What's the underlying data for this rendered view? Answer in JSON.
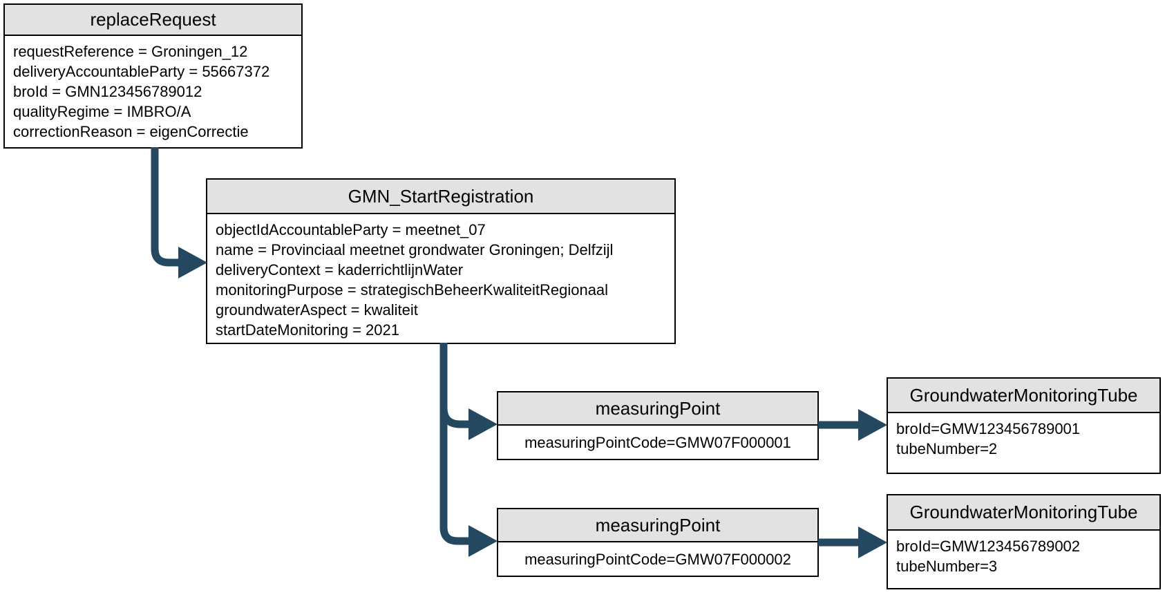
{
  "diagram": {
    "type": "object-diagram",
    "colors": {
      "connector": "#23485F",
      "node_header_fill": "#E2E2E2",
      "node_body_fill": "#FFFFFF",
      "node_border": "#000000",
      "text": "#000000",
      "background": "#FFFFFF"
    },
    "nodes": [
      {
        "id": "replaceRequest",
        "title": "replaceRequest",
        "lines": [
          "requestReference = Groningen_12",
          "deliveryAccountableParty = 55667372",
          "broId = GMN123456789012",
          "qualityRegime = IMBRO/A",
          "correctionReason = eigenCorrectie"
        ]
      },
      {
        "id": "GMN_StartRegistration",
        "title": "GMN_StartRegistration",
        "lines": [
          "objectIdAccountableParty = meetnet_07",
          "name = Provinciaal meetnet grondwater Groningen; Delfzijl",
          "deliveryContext = kaderrichtlijnWater",
          "monitoringPurpose = strategischBeheerKwaliteitRegionaal",
          "groundwaterAspect = kwaliteit",
          "startDateMonitoring = 2021"
        ]
      },
      {
        "id": "measuringPoint-1",
        "title": "measuringPoint",
        "lines": [
          "measuringPointCode=GMW07F000001"
        ]
      },
      {
        "id": "GroundwaterMonitoringTube-1",
        "title": "GroundwaterMonitoringTube",
        "lines": [
          "broId=GMW123456789001",
          "tubeNumber=2"
        ]
      },
      {
        "id": "measuringPoint-2",
        "title": "measuringPoint",
        "lines": [
          "measuringPointCode=GMW07F000002"
        ]
      },
      {
        "id": "GroundwaterMonitoringTube-2",
        "title": "GroundwaterMonitoringTube",
        "lines": [
          "broId=GMW123456789002",
          "tubeNumber=3"
        ]
      }
    ],
    "connectors": [
      {
        "from": "replaceRequest",
        "to": "GMN_StartRegistration"
      },
      {
        "from": "GMN_StartRegistration",
        "to": "measuringPoint-1"
      },
      {
        "from": "GMN_StartRegistration",
        "to": "measuringPoint-2"
      },
      {
        "from": "measuringPoint-1",
        "to": "GroundwaterMonitoringTube-1"
      },
      {
        "from": "measuringPoint-2",
        "to": "GroundwaterMonitoringTube-2"
      }
    ]
  }
}
